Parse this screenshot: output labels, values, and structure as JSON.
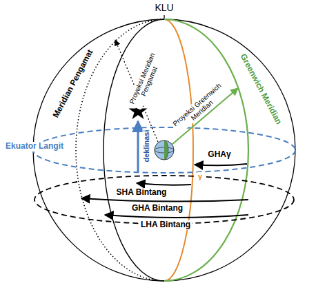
{
  "diagram": {
    "labels": [
      "KLU",
      "Meridian Pengamat",
      "Proyeksi Meridian Pengamat",
      "Greenwich Meridian",
      "Proyeksi Greenwich Meridian",
      "Ekuator Langit",
      "deklinasi",
      "GHAγ",
      "SHA Bintang",
      "GHA Bintang",
      "LHA Bintang",
      "γ"
    ]
  }
}
